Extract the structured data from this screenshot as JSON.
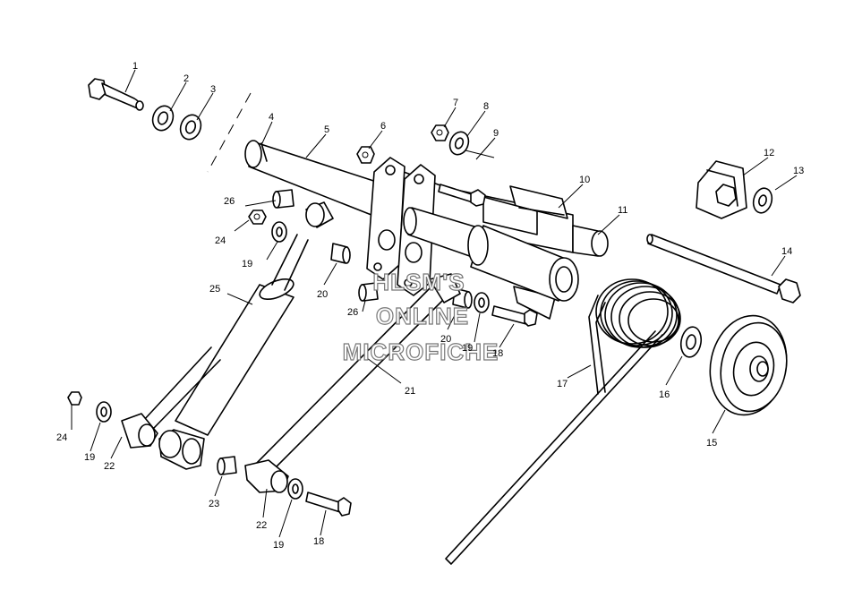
{
  "callouts": [
    {
      "id": "1",
      "text": "1"
    },
    {
      "id": "2",
      "text": "2"
    },
    {
      "id": "3",
      "text": "3"
    },
    {
      "id": "4",
      "text": "4"
    },
    {
      "id": "5",
      "text": "5"
    },
    {
      "id": "6",
      "text": "6"
    },
    {
      "id": "7",
      "text": "7"
    },
    {
      "id": "8",
      "text": "8"
    },
    {
      "id": "9",
      "text": "9"
    },
    {
      "id": "10",
      "text": "10"
    },
    {
      "id": "11",
      "text": "11"
    },
    {
      "id": "12",
      "text": "12"
    },
    {
      "id": "13",
      "text": "13"
    },
    {
      "id": "14",
      "text": "14"
    },
    {
      "id": "15",
      "text": "15"
    },
    {
      "id": "16",
      "text": "16"
    },
    {
      "id": "17",
      "text": "17"
    },
    {
      "id": "18a",
      "text": "18"
    },
    {
      "id": "18b",
      "text": "18"
    },
    {
      "id": "19a",
      "text": "19"
    },
    {
      "id": "19b",
      "text": "19"
    },
    {
      "id": "19c",
      "text": "19"
    },
    {
      "id": "19d",
      "text": "19"
    },
    {
      "id": "20a",
      "text": "20"
    },
    {
      "id": "20b",
      "text": "20"
    },
    {
      "id": "21",
      "text": "21"
    },
    {
      "id": "22a",
      "text": "22"
    },
    {
      "id": "22b",
      "text": "22"
    },
    {
      "id": "23",
      "text": "23"
    },
    {
      "id": "24a",
      "text": "24"
    },
    {
      "id": "24b",
      "text": "24"
    },
    {
      "id": "25",
      "text": "25"
    },
    {
      "id": "26a",
      "text": "26"
    },
    {
      "id": "26b",
      "text": "26"
    }
  ],
  "watermark": {
    "line1": "HLSM'S",
    "line2": "ONLINE",
    "line3": "MICROFICHE"
  }
}
